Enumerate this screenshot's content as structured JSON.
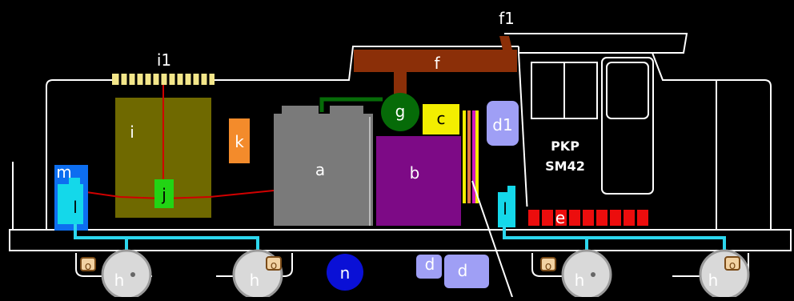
{
  "diagram": {
    "labels": {
      "a": "a",
      "b": "b",
      "c": "c",
      "d_small": "d",
      "d_large": "d",
      "d1": "d1",
      "e": "e",
      "f": "f",
      "f1": "f1",
      "g": "g",
      "h1": "h",
      "h2": "h",
      "h3": "h",
      "h4": "h",
      "i": "i",
      "i1": "i1",
      "j": "j",
      "k": "k",
      "l_left": "l",
      "l_right": "l",
      "m": "m",
      "n": "n",
      "o1": "o",
      "o2": "o",
      "o3": "o",
      "o4": "o"
    },
    "cab_text": {
      "line1": "PKP",
      "line2": "SM42"
    }
  },
  "colors": {
    "background": "#000000",
    "outline": "#ffffff",
    "engine_a": "#7a7a7a",
    "generator_b": "#7d0a86",
    "c_block": "#f3ee00",
    "fan_g": "#066b08",
    "exhaust_f": "#8b2f08",
    "radiator_i": "#6f6900",
    "j_block": "#22d414",
    "k_block": "#f38b2b",
    "l_block": "#14d8ea",
    "m_block": "#0d6ef0",
    "n_circle": "#0a10d6",
    "d_blocks": "#9f9ff5",
    "e_panel": "#ec0d0d",
    "wires": "#d00000",
    "brake_lines": "#2cd7ee"
  }
}
